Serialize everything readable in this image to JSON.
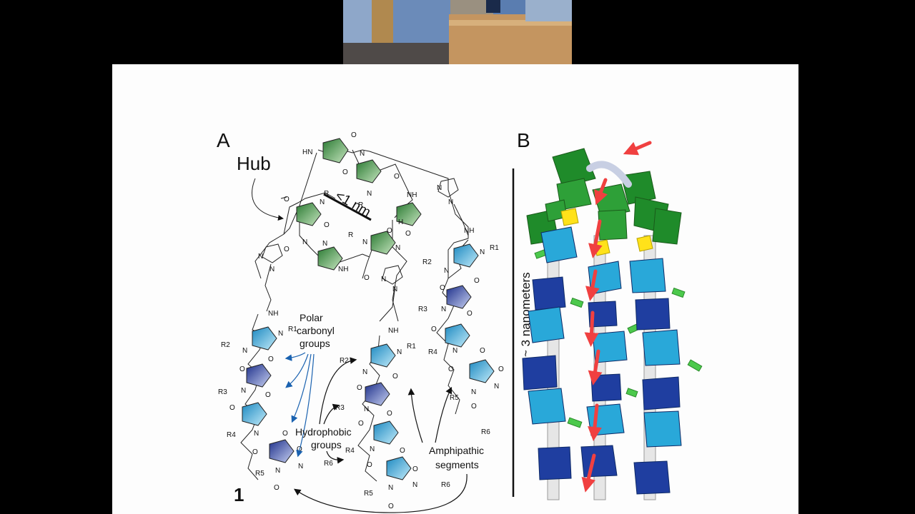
{
  "camera": {
    "scene": "lecture-room-webcam"
  },
  "panel_a": {
    "letter": "A",
    "hub_label": "Hub",
    "distance_label": "<1 nm",
    "polar_line1": "Polar",
    "polar_line2": "carbonyl",
    "polar_line3": "groups",
    "hydrophobic_line1": "Hydrophobic",
    "hydrophobic_line2": "groups",
    "amphipathic_line1": "Amphipathic",
    "amphipathic_line2": "segments",
    "compound_number": "1",
    "atoms": {
      "N": "N",
      "O": "O",
      "HN": "HN",
      "NH": "NH",
      "R": "R",
      "H": "H"
    },
    "r_groups": {
      "r1": "R1",
      "r2": "R2",
      "r3": "R3",
      "r4": "R4",
      "r5": "R5",
      "r6": "R6"
    }
  },
  "panel_b": {
    "letter": "B",
    "scale_label": "~ 3 nanometers"
  },
  "colors": {
    "hub_green": "#2e8b3e",
    "light_blue": "#2aa6d6",
    "dark_blue": "#1f3a9a",
    "yellow": "#ffe21a",
    "red_arrow": "#f04040",
    "arrow_blue": "#1a62b0"
  }
}
